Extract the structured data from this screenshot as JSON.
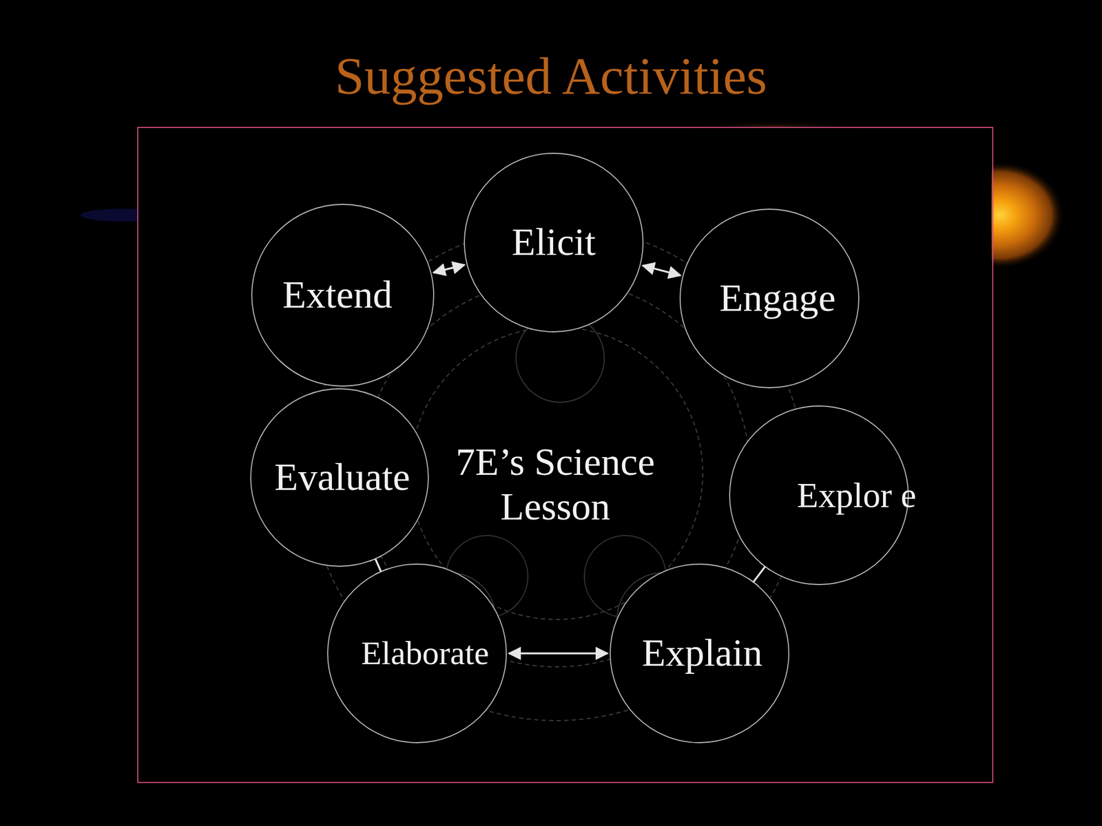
{
  "diagram": {
    "title": "Suggested Activities",
    "nodes": [
      {
        "text": [
          "Elicit"
        ]
      },
      {
        "text": [
          "Extend"
        ]
      },
      {
        "text": [
          "Engage"
        ]
      },
      {
        "text": [
          "Evaluate"
        ]
      },
      {
        "text": [
          "Explor e"
        ]
      },
      {
        "text": [
          "Elaborate"
        ]
      },
      {
        "text": [
          "Explain"
        ]
      }
    ],
    "edges": [
      {
        "from": 0,
        "to": 2,
        "arrow": "both"
      },
      {
        "from": 4,
        "to": 6,
        "arrow": "both"
      },
      {
        "from": 6,
        "to": 5,
        "arrow": "both"
      },
      {
        "from": 5,
        "to": 3,
        "arrow": "both"
      },
      {
        "from": 1,
        "to": 0,
        "arrow": "both"
      }
    ],
    "labels": [
      "7E’s Science Lesson"
    ]
  }
}
